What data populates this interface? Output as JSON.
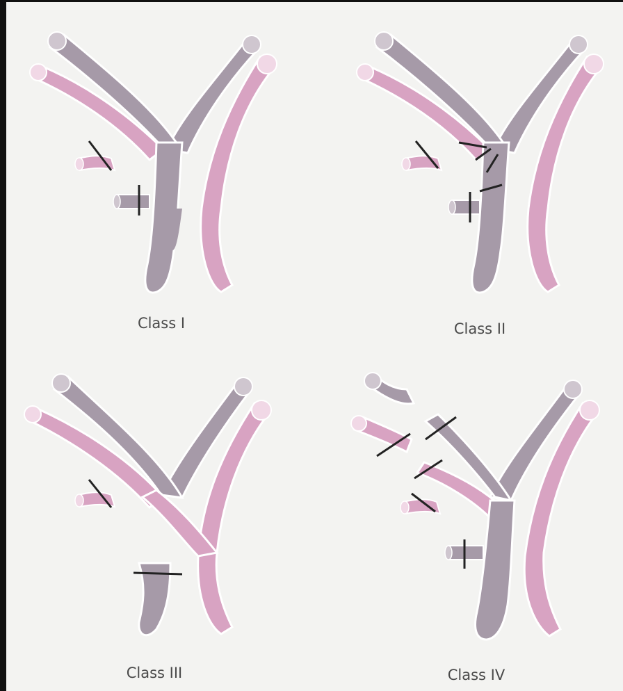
{
  "panels": [
    {
      "caption": "Class I"
    },
    {
      "caption": "Class II"
    },
    {
      "caption": "Class III"
    },
    {
      "caption": "Class IV"
    }
  ],
  "colors": {
    "page": "#f3f3f1",
    "frame": "#111111",
    "pink_vessel": "#d8a3c2",
    "pink_highlight": "#f1d8e6",
    "mauve_vessel": "#a69aa8",
    "mauve_highlight": "#cfc6cf",
    "vessel_outline": "#ffffff",
    "cut_line": "#222222"
  }
}
